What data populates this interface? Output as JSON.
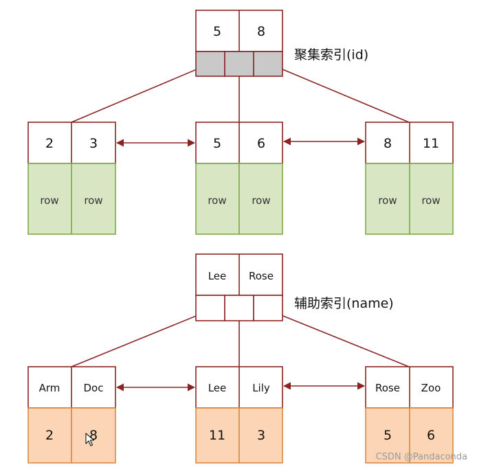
{
  "clustered": {
    "title": "聚集索引(id)",
    "root": {
      "keys": [
        "5",
        "8"
      ]
    },
    "leaves": [
      {
        "keys": [
          "2",
          "3"
        ],
        "rows": [
          "row",
          "row"
        ]
      },
      {
        "keys": [
          "5",
          "6"
        ],
        "rows": [
          "row",
          "row"
        ]
      },
      {
        "keys": [
          "8",
          "11"
        ],
        "rows": [
          "row",
          "row"
        ]
      }
    ]
  },
  "secondary": {
    "title": "辅助索引(name)",
    "root": {
      "keys": [
        "Lee",
        "Rose"
      ]
    },
    "leaves": [
      {
        "keys": [
          "Arm",
          "Doc"
        ],
        "values": [
          "2",
          "8"
        ]
      },
      {
        "keys": [
          "Lee",
          "Lily"
        ],
        "values": [
          "11",
          "3"
        ]
      },
      {
        "keys": [
          "Rose",
          "Zoo"
        ],
        "values": [
          "5",
          "6"
        ]
      }
    ]
  },
  "watermark": "CSDN @Pandaconda",
  "colors": {
    "border": "#8b2323",
    "row_fill": "#d9e6c3",
    "row_border": "#7faa4a",
    "value_fill": "#fbd5b5",
    "value_border": "#d98a3e",
    "pointer_grey": "#c9c9c9",
    "arrow": "#8b2323"
  },
  "cursor_icon": "mouse-pointer-icon"
}
